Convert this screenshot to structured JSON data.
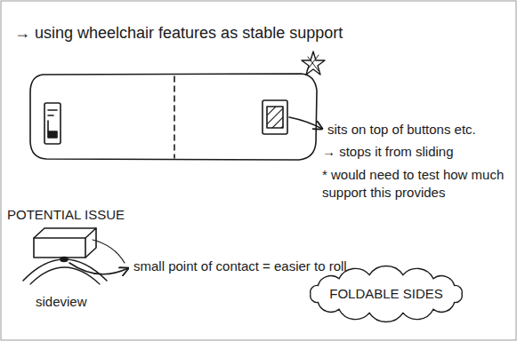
{
  "diagram": {
    "title": "→ using wheelchair features as stable support",
    "nodes": [
      {
        "text": [
          "FOLDABLE SIDES"
        ]
      }
    ],
    "labels": [
      "sits on top of buttons etc.",
      "→ stops it from sliding",
      "* would need to test how much support this provides",
      "POTENTIAL ISSUE",
      "small point of contact = easier to roll",
      "sideview"
    ]
  }
}
